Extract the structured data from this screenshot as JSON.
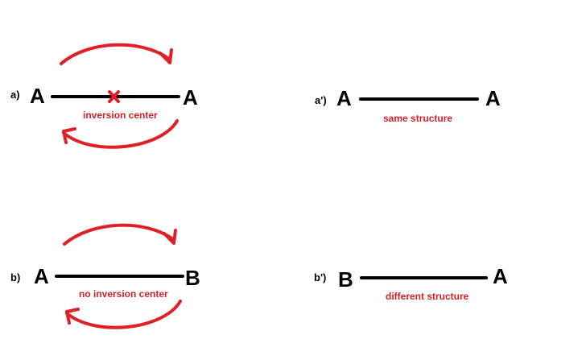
{
  "colors": {
    "bond": "#000000",
    "arrow": "#e02027",
    "caption": "#d0202a",
    "text": "#000000"
  },
  "panels": {
    "a": {
      "label": "a)",
      "left_atom": "A",
      "right_atom": "A",
      "caption": "inversion center",
      "marker_icon": "cross-icon"
    },
    "a_prime": {
      "label": "a')",
      "left_atom": "A",
      "right_atom": "A",
      "caption": "same structure"
    },
    "b": {
      "label": "b)",
      "left_atom": "A",
      "right_atom": "B",
      "caption": "no inversion center"
    },
    "b_prime": {
      "label": "b')",
      "left_atom": "B",
      "right_atom": "A",
      "caption": "different structure"
    }
  }
}
